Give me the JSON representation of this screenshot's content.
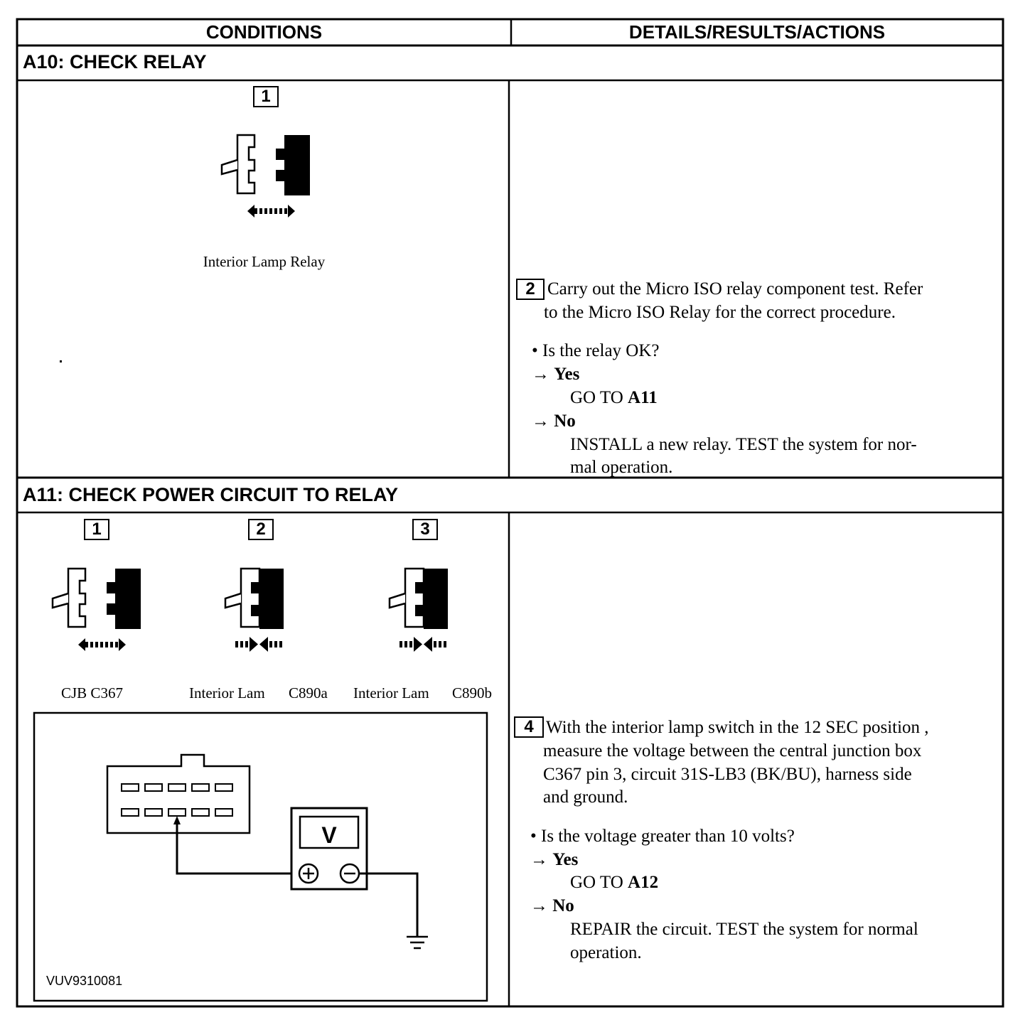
{
  "table": {
    "col_conditions": "CONDITIONS",
    "col_details": "DETAILS/RESULTS/ACTIONS"
  },
  "a10": {
    "title": "A10: CHECK RELAY",
    "step1_num": "1",
    "step1_caption": "Interior Lamp Relay",
    "step2_num": "2",
    "step2_line1": "Carry out the Micro ISO relay component test. Refer",
    "step2_line2": "to the Micro ISO  Relay for the correct procedure.",
    "question": "• Is the relay OK?",
    "arrow": "→",
    "yes_label": "Yes",
    "yes_prefix": "GO TO ",
    "yes_target": "A11",
    "no_label": "No",
    "no_line1": "INSTALL a new relay. TEST the system for nor-",
    "no_line2": "mal operation."
  },
  "a11": {
    "title": "A11: CHECK POWER CIRCUIT TO RELAY",
    "step1_num": "1",
    "step2_num": "2",
    "step3_num": "3",
    "caption1": "CJB C367",
    "caption2a": "Interior Lam",
    "caption2b": "C890a",
    "caption3a": "Interior Lam",
    "caption3b": "C890b",
    "meter_label": "V",
    "diagram_id": "VUV9310081",
    "step4_num": "4",
    "step4_line1": "With the interior lamp switch in the 12 SEC position ,",
    "step4_line2": "measure the voltage between the central junction box",
    "step4_line3": "C367 pin 3, circuit 31S-LB3 (BK/BU), harness side",
    "step4_line4": "and ground.",
    "question": "• Is the voltage greater than 10 volts?",
    "arrow": "→",
    "yes_label": "Yes",
    "yes_prefix": "GO TO ",
    "yes_target": "A12",
    "no_label": "No",
    "no_line1": "REPAIR the circuit. TEST the system for normal",
    "no_line2": "operation."
  }
}
